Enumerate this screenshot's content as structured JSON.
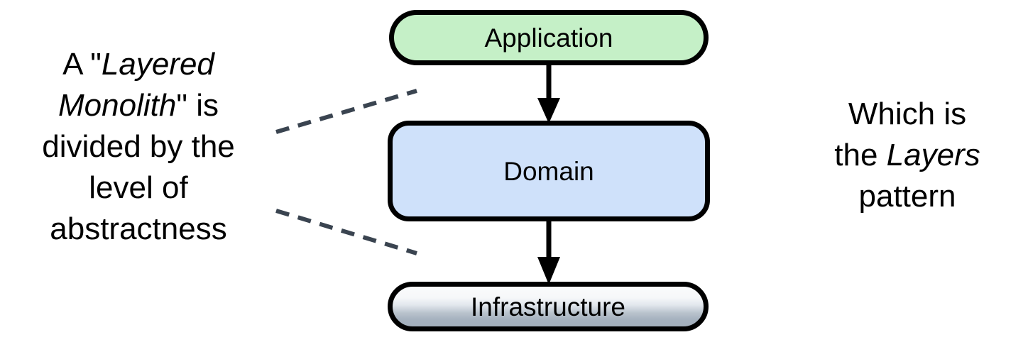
{
  "diagram": {
    "title": "Layered Monolith / Layers pattern",
    "background_color": "#ffffff",
    "outline_color": "#000000",
    "leader_line_color": "#3a4450"
  },
  "caption_left": {
    "lines": [
      {
        "pre": "A \"",
        "italic": "Layered",
        "post": ""
      },
      {
        "pre": "",
        "italic": "Monolith",
        "post": "\" is"
      },
      {
        "pre": "divided by the",
        "italic": "",
        "post": ""
      },
      {
        "pre": "level of",
        "italic": "",
        "post": ""
      },
      {
        "pre": "abstractness",
        "italic": "",
        "post": ""
      }
    ],
    "plain_text": "A \"Layered Monolith\" is divided by the level of abstractness"
  },
  "caption_right": {
    "lines": [
      {
        "pre": "Which is",
        "italic": "",
        "post": ""
      },
      {
        "pre": "the ",
        "italic": "Layers",
        "post": ""
      },
      {
        "pre": "pattern",
        "italic": "",
        "post": ""
      }
    ],
    "plain_text": "Which is the Layers pattern"
  },
  "layers": [
    {
      "id": "application",
      "label": "Application",
      "fill": "#c5f0c7",
      "shape": "pill"
    },
    {
      "id": "domain",
      "label": "Domain",
      "fill": "#cfe1fa",
      "shape": "rounded-rect"
    },
    {
      "id": "infrastructure",
      "label": "Infrastructure",
      "fill": "linear-gradient(#fafbfc, #a3afbc)",
      "shape": "pill"
    }
  ],
  "connectors": [
    {
      "id": "application-to-domain",
      "from": "Application",
      "to": "Domain",
      "style": "solid-arrow-down"
    },
    {
      "id": "domain-to-infrastructure",
      "from": "Domain",
      "to": "Infrastructure",
      "style": "solid-arrow-down"
    }
  ],
  "leaders": [
    {
      "id": "upper",
      "from": "caption_left",
      "to": "domain",
      "style": "dashed"
    },
    {
      "id": "lower",
      "from": "caption_left",
      "to": "domain",
      "style": "dashed"
    }
  ]
}
